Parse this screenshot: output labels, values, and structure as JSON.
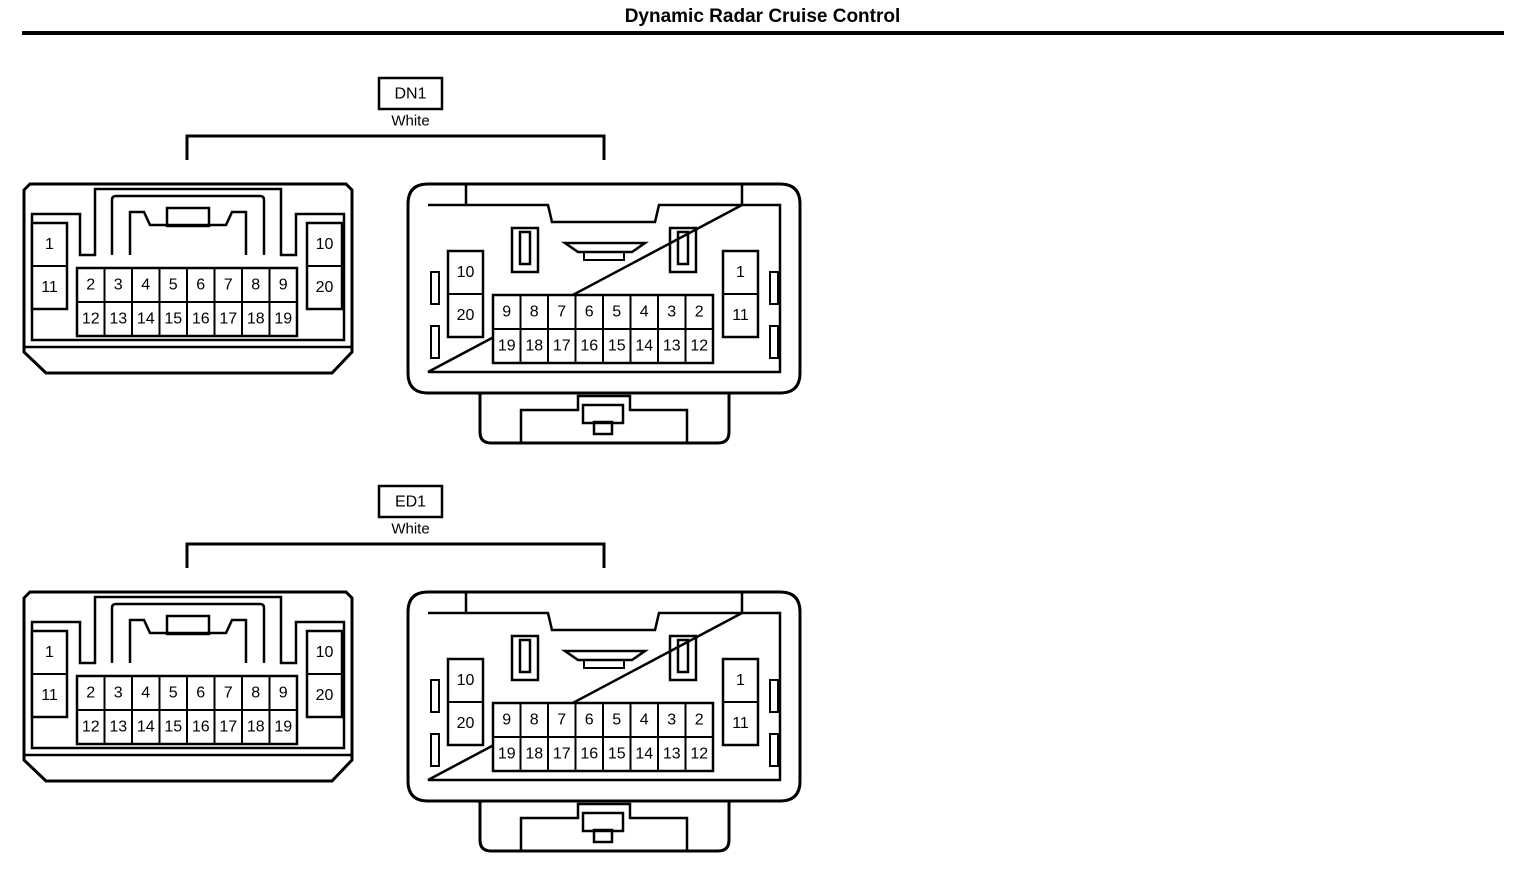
{
  "title": "Dynamic Radar Cruise Control",
  "connectors": [
    {
      "code": "DN1",
      "color": "White",
      "left_view": {
        "side_left": [
          "1",
          "11"
        ],
        "side_right": [
          "10",
          "20"
        ],
        "grid_top": [
          "2",
          "3",
          "4",
          "5",
          "6",
          "7",
          "8",
          "9"
        ],
        "grid_bottom": [
          "12",
          "13",
          "14",
          "15",
          "16",
          "17",
          "18",
          "19"
        ]
      },
      "right_view": {
        "side_left": [
          "10",
          "20"
        ],
        "side_right": [
          "1",
          "11"
        ],
        "grid_top": [
          "9",
          "8",
          "7",
          "6",
          "5",
          "4",
          "3",
          "2"
        ],
        "grid_bottom": [
          "19",
          "18",
          "17",
          "16",
          "15",
          "14",
          "13",
          "12"
        ]
      }
    },
    {
      "code": "ED1",
      "color": "White",
      "left_view": {
        "side_left": [
          "1",
          "11"
        ],
        "side_right": [
          "10",
          "20"
        ],
        "grid_top": [
          "2",
          "3",
          "4",
          "5",
          "6",
          "7",
          "8",
          "9"
        ],
        "grid_bottom": [
          "12",
          "13",
          "14",
          "15",
          "16",
          "17",
          "18",
          "19"
        ]
      },
      "right_view": {
        "side_left": [
          "10",
          "20"
        ],
        "side_right": [
          "1",
          "11"
        ],
        "grid_top": [
          "9",
          "8",
          "7",
          "6",
          "5",
          "4",
          "3",
          "2"
        ],
        "grid_bottom": [
          "19",
          "18",
          "17",
          "16",
          "15",
          "14",
          "13",
          "12"
        ]
      }
    }
  ]
}
